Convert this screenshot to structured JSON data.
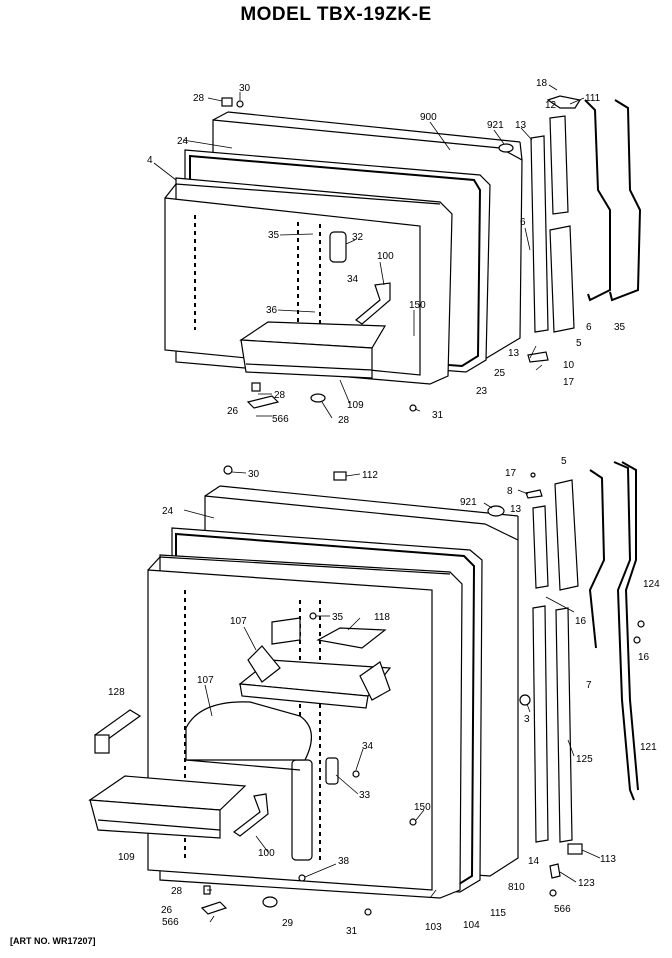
{
  "title": "MODEL TBX-19ZK-E",
  "art_number": "[ART NO. WR17207]",
  "top_labels": [
    "28",
    "30",
    "24",
    "900",
    "921",
    "18",
    "12",
    "111",
    "13",
    "4",
    "35",
    "32",
    "34",
    "100",
    "6",
    "36",
    "150",
    "5",
    "6",
    "35",
    "13",
    "10",
    "17",
    "28",
    "26",
    "566",
    "28",
    "109",
    "31",
    "23",
    "25"
  ],
  "bottom_labels": [
    "30",
    "112",
    "17",
    "5",
    "24",
    "921",
    "8",
    "13",
    "107",
    "35",
    "118",
    "16",
    "124",
    "128",
    "107",
    "16",
    "7",
    "3",
    "34",
    "33",
    "125",
    "121",
    "150",
    "109",
    "100",
    "38",
    "14",
    "113",
    "28",
    "123",
    "26",
    "566",
    "29",
    "31",
    "103",
    "104",
    "115",
    "810",
    "566"
  ]
}
